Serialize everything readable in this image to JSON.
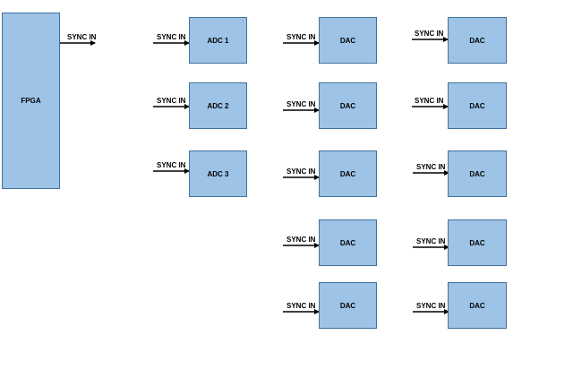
{
  "fpga": {
    "label": "FPGA",
    "output_label": "SYNC IN"
  },
  "adcs": [
    {
      "label": "ADC 1",
      "input_label": "SYNC IN"
    },
    {
      "label": "ADC 2",
      "input_label": "SYNC IN"
    },
    {
      "label": "ADC 3",
      "input_label": "SYNC IN"
    }
  ],
  "dac_col1": [
    {
      "label": "DAC",
      "input_label": "SYNC IN"
    },
    {
      "label": "DAC",
      "input_label": "SYNC IN"
    },
    {
      "label": "DAC",
      "input_label": "SYNC IN"
    },
    {
      "label": "DAC",
      "input_label": "SYNC IN"
    },
    {
      "label": "DAC",
      "input_label": "SYNC IN"
    }
  ],
  "dac_col2": [
    {
      "label": "DAC",
      "input_label": "SYNC IN"
    },
    {
      "label": "DAC",
      "input_label": "SYNC IN"
    },
    {
      "label": "DAC",
      "input_label": "SYNC IN"
    },
    {
      "label": "DAC",
      "input_label": "SYNC IN"
    },
    {
      "label": "DAC",
      "input_label": "SYNC IN"
    }
  ]
}
